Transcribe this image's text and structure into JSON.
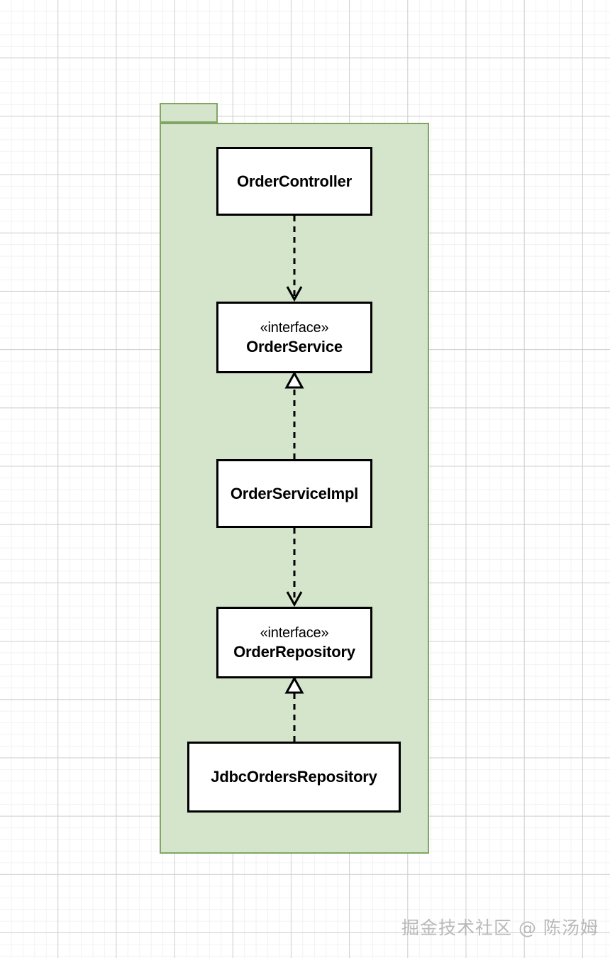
{
  "diagram": {
    "type": "uml-class-diagram",
    "package": {
      "label": "",
      "fill_color": "#d4e5cb",
      "border_color": "#82a565"
    },
    "nodes": [
      {
        "id": "controller",
        "stereotype": "",
        "name": "OrderController",
        "kind": "class"
      },
      {
        "id": "service",
        "stereotype": "«interface»",
        "name": "OrderService",
        "kind": "interface"
      },
      {
        "id": "serviceimpl",
        "stereotype": "",
        "name": "OrderServiceImpl",
        "kind": "class"
      },
      {
        "id": "repository",
        "stereotype": "«interface»",
        "name": "OrderRepository",
        "kind": "interface"
      },
      {
        "id": "jdbcrepo",
        "stereotype": "",
        "name": "JdbcOrdersRepository",
        "kind": "class"
      }
    ],
    "edges": [
      {
        "from": "controller",
        "to": "service",
        "relation": "dependency",
        "arrow": "open-arrow",
        "line": "dashed"
      },
      {
        "from": "serviceimpl",
        "to": "service",
        "relation": "realization",
        "arrow": "hollow-triangle",
        "line": "dashed"
      },
      {
        "from": "serviceimpl",
        "to": "repository",
        "relation": "dependency",
        "arrow": "open-arrow",
        "line": "dashed"
      },
      {
        "from": "jdbcrepo",
        "to": "repository",
        "relation": "realization",
        "arrow": "hollow-triangle",
        "line": "dashed"
      }
    ],
    "colors": {
      "box_fill": "#ffffff",
      "box_border": "#000000",
      "line": "#000000",
      "grid_minor": "#f2f2f2",
      "grid_major": "#cfcfcf"
    }
  },
  "watermark": {
    "text": "掘金技术社区 @ 陈汤姆"
  }
}
